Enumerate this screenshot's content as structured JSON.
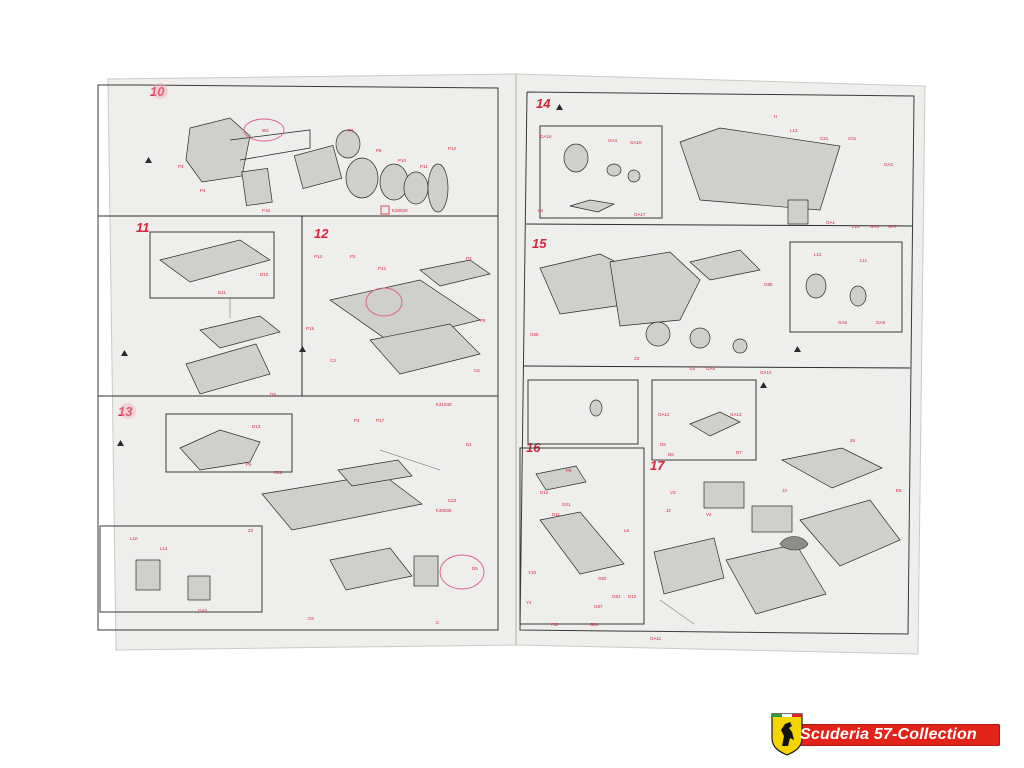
{
  "document": {
    "left_page": {
      "steps": [
        {
          "number": "10",
          "labels": [
            "W2",
            "P7",
            "P8",
            "P10",
            "P11",
            "P12",
            "P3",
            "P4",
            "P16",
            "K30020"
          ]
        },
        {
          "number": "11",
          "labels": [
            "D10",
            "D11",
            "D9"
          ]
        },
        {
          "number": "12",
          "labels": [
            "P13",
            "P2",
            "P12",
            "P15",
            "P3",
            "P8",
            "C3",
            "C6",
            "K31040"
          ]
        },
        {
          "number": "13",
          "labels": [
            "D13",
            "P2",
            "P17",
            "D1",
            "C22",
            "P5",
            "Z2",
            "K30035",
            "L10",
            "L14",
            "GA5",
            "C9",
            "D5",
            "C"
          ]
        }
      ]
    },
    "right_page": {
      "steps": [
        {
          "number": "14",
          "labels": [
            "GA16",
            "GA4",
            "GA10",
            "L4",
            "GA17",
            "H",
            "L13",
            "C21",
            "C01",
            "GA2",
            "GA1",
            "L10",
            "GA3",
            "GA7"
          ]
        },
        {
          "number": "15",
          "labels": [
            "G85",
            "G65",
            "Z3",
            "L6",
            "GA5",
            "GA10",
            "L12",
            "L11",
            "GA9"
          ]
        },
        {
          "number": "16",
          "labels": [
            "P8",
            "D12",
            "G01",
            "D11",
            "L6",
            "Y10",
            "Y4",
            "Y12",
            "G84",
            "G87",
            "G82",
            "G81",
            "D12"
          ]
        },
        {
          "number": "17",
          "labels": [
            "GA12",
            "GA13",
            "D9",
            "D6",
            "D7",
            "26",
            "V3",
            "J3",
            "E5",
            "V4",
            "J2",
            "GA11"
          ]
        }
      ]
    }
  },
  "logo": {
    "text": "Scuderia 57-Collection",
    "icon": "prancing-horse-shield-icon",
    "color_band": "#e2231a",
    "color_shield": "#f5d400"
  },
  "colors": {
    "accent_red": "#d8243a",
    "paper": "#eeeeec",
    "ink": "#2a2a2a"
  }
}
